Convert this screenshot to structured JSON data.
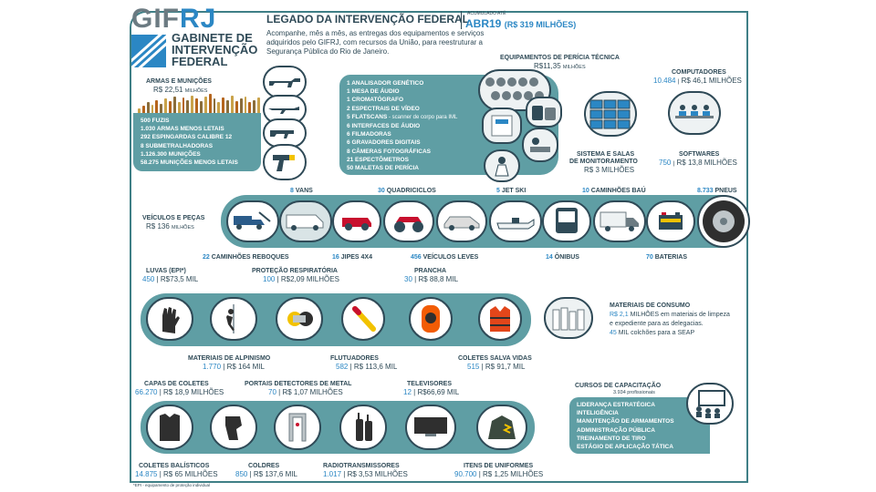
{
  "header": {
    "logo_main": "GIF",
    "logo_accent": "RJ",
    "org_line1": "GABINETE DE",
    "org_line2": "INTERVENÇÃO",
    "org_line3": "FEDERAL",
    "title": "LEGADO DA INTERVENÇÃO FEDERAL",
    "accumulated_label": "ACUMULADO ATÉ",
    "period": "ABR19",
    "total": "(R$ 319 MILHÕES)",
    "description": "Acompanhe, mês a mês, as entregas dos equipamentos e serviços adquiridos pelo GIFRJ, com recursos da União, para reestruturar a Segurança Pública do Rio de Janeiro."
  },
  "armas": {
    "title": "ARMAS E MUNIÇÕES",
    "value": "R$ 22,51",
    "unit": "MILHÕES",
    "items": [
      "500 FUZIS",
      "1.030 ARMAS MENOS LETAIS",
      "292 ESPINGARDAS CALIBRE 12",
      "8 SUBMETRALHADORAS",
      "1.126.300 MUNIÇÕES",
      "58.275 MUNIÇÕES MENOS LETAIS"
    ],
    "bars": [
      4,
      6,
      9,
      7,
      11,
      8,
      12,
      10,
      14,
      9,
      13,
      11,
      15,
      12,
      10,
      14,
      16,
      12,
      9,
      13,
      11,
      15,
      10,
      12,
      14,
      9,
      11,
      13
    ]
  },
  "pericia": {
    "title": "EQUIPAMENTOS DE PERÍCIA TÉCNICA",
    "value": "R$11,35",
    "unit": "MILHÕES",
    "items": [
      {
        "n": "1",
        "t": "ANALISADOR GENÉTICO",
        "note": ""
      },
      {
        "n": "1",
        "t": "MESA DE ÁUDIO",
        "note": ""
      },
      {
        "n": "1",
        "t": "CROMATÓGRAFO",
        "note": ""
      },
      {
        "n": "2",
        "t": "ESPECTRAIS DE VÍDEO",
        "note": ""
      },
      {
        "n": "5",
        "t": "FLATSCANS",
        "note": " - scanner de corpo para IML"
      },
      {
        "n": "6",
        "t": "INTERFACES DE ÁUDIO",
        "note": ""
      },
      {
        "n": "6",
        "t": "FILMADORAS",
        "note": ""
      },
      {
        "n": "6",
        "t": "GRAVADORES DIGITAIS",
        "note": ""
      },
      {
        "n": "8",
        "t": "CÂMERAS FOTOGRÁFICAS",
        "note": ""
      },
      {
        "n": "21",
        "t": "ESPECTÔMETROS",
        "note": ""
      },
      {
        "n": "50",
        "t": "MALETAS DE PERÍCIA",
        "note": ""
      }
    ]
  },
  "computadores": {
    "title": "COMPUTADORES",
    "count": "10.484",
    "value": "R$ 46,1 MILHÕES"
  },
  "softwares": {
    "title": "SOFTWARES",
    "count": "750",
    "value": "R$ 13,8 MILHÕES"
  },
  "monitoramento": {
    "title1": "SISTEMA E SALAS",
    "title2": "DE MONITORAMENTO",
    "value": "R$ 3 MILHÕES"
  },
  "veiculos": {
    "title": "VEÍCULOS E PEÇAS",
    "value": "R$ 136",
    "unit": "MILHÕES",
    "top": [
      {
        "n": "8",
        "t": "VANS"
      },
      {
        "n": "30",
        "t": "QUADRICICLOS"
      },
      {
        "n": "5",
        "t": "JET SKI"
      },
      {
        "n": "10",
        "t": "CAMINHÕES BAÚ"
      },
      {
        "n": "8.733",
        "t": "PNEUS"
      }
    ],
    "bottom": [
      {
        "n": "22",
        "t": "CAMINHÕES REBOQUES"
      },
      {
        "n": "16",
        "t": "JIPES 4x4"
      },
      {
        "n": "456",
        "t": "VEÍCULOS LEVES"
      },
      {
        "n": "14",
        "t": "ÔNIBUS"
      },
      {
        "n": "70",
        "t": "BATERIAS"
      }
    ]
  },
  "epi": {
    "luvas": {
      "title": "LUVAS (EPI*)",
      "count": "450",
      "value": "R$73,5 MIL"
    },
    "respiratoria": {
      "title": "PROTEÇÃO RESPIRATÓRIA",
      "count": "100",
      "value": "R$2,09 MILHÕES"
    },
    "prancha": {
      "title": "PRANCHA",
      "count": "30",
      "value": "R$ 88,8 MIL"
    },
    "alpinismo": {
      "title": "MATERIAIS DE ALPINISMO",
      "count": "1.770",
      "value": "R$ 164 MIL"
    },
    "flutuadores": {
      "title": "FLUTUADORES",
      "count": "582",
      "value": "R$ 113,6 MIL"
    },
    "coletes": {
      "title": "COLETES SALVA VIDAS",
      "count": "515",
      "value": "R$ 91,7 MIL"
    }
  },
  "consumo": {
    "title": "MATERIAIS DE CONSUMO",
    "line1_value": "R$ 2,1",
    "line1_rest": "MILHÕES em materiais de limpeza",
    "line2": "e expediente para as delegacias.",
    "line3_n": "45",
    "line3_rest": "MIL colchões para a SEAP"
  },
  "outros": {
    "capas": {
      "title": "CAPAS DE COLETES",
      "count": "66.270",
      "value": "R$ 18,9 MILHÕES"
    },
    "portais": {
      "title": "PORTAIS DETECTORES DE METAL",
      "count": "70",
      "value": "R$ 1,07 MILHÕES"
    },
    "televisores": {
      "title": "TELEVISORES",
      "count": "12",
      "value": "R$66,69 MIL"
    },
    "baliaticos": {
      "title": "COLETES BALÍSTICOS",
      "count": "14.875",
      "value": "R$ 65 MILHÕES"
    },
    "coldres": {
      "title": "COLDRES",
      "count": "850",
      "value": "R$ 137,6 MIL"
    },
    "radios": {
      "title": "RADIOTRANSMISSORES",
      "count": "1.017",
      "value": "R$ 3,53 MILHÕES"
    },
    "uniformes": {
      "title": "ITENS DE UNIFORMES",
      "count": "90.700",
      "value": "R$ 1,25 MILHÕES"
    }
  },
  "cursos": {
    "title": "CURSOS DE CAPACITAÇÃO",
    "subtitle": "3.934 profissionais",
    "items": [
      "LIDERANÇA ESTRATÉGICA",
      "INTELIGÊNCIA",
      "MANUTENÇÃO DE ARMAMENTOS",
      "ADMINISTRAÇÃO PÚBLICA",
      "TREINAMENTO DE TIRO",
      "ESTÁGIO DE APLICAÇÃO TÁTICA"
    ]
  },
  "footnote": "*EPI - equipamento de proteção individual",
  "colors": {
    "teal": "#5f9ea4",
    "accent": "#2b87c4",
    "dark": "#2f4a57"
  }
}
